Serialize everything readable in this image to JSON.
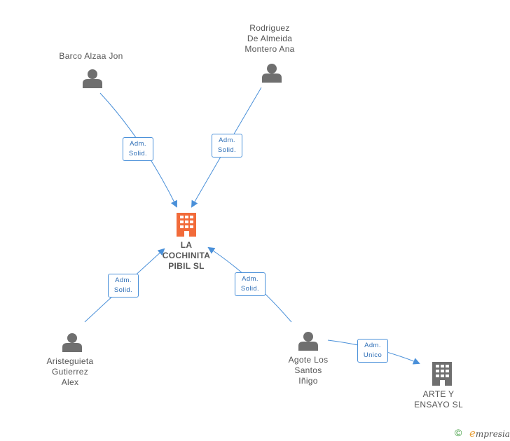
{
  "colors": {
    "edge": "#4a90d9",
    "edge_text": "#2b6cb5",
    "person_icon": "#6f6f6f",
    "center_company": "#f26b3a",
    "other_company": "#6f6f6f"
  },
  "center": {
    "label_lines": [
      "LA",
      "COCHINITA",
      "PIBIL SL"
    ],
    "icon": "building-icon"
  },
  "people": [
    {
      "id": "barco",
      "label_lines": [
        "Barco Alzaa Jon"
      ],
      "icon": "person-icon"
    },
    {
      "id": "rodriguez",
      "label_lines": [
        "Rodriguez",
        "De Almeida",
        "Montero Ana"
      ],
      "icon": "person-icon"
    },
    {
      "id": "aristeguieta",
      "label_lines": [
        "Aristeguieta",
        "Gutierrez",
        "Alex"
      ],
      "icon": "person-icon"
    },
    {
      "id": "agote",
      "label_lines": [
        "Agote Los",
        "Santos",
        "Iñigo"
      ],
      "icon": "person-icon"
    }
  ],
  "companies": [
    {
      "id": "arte",
      "label_lines": [
        "ARTE Y",
        "ENSAYO SL"
      ],
      "icon": "building-icon"
    }
  ],
  "edges": [
    {
      "from": "barco",
      "to": "center",
      "label_lines": [
        "Adm.",
        "Solid."
      ]
    },
    {
      "from": "rodriguez",
      "to": "center",
      "label_lines": [
        "Adm.",
        "Solid."
      ]
    },
    {
      "from": "aristeguieta",
      "to": "center",
      "label_lines": [
        "Adm.",
        "Solid."
      ]
    },
    {
      "from": "agote",
      "to": "center",
      "label_lines": [
        "Adm.",
        "Solid."
      ]
    },
    {
      "from": "agote",
      "to": "arte",
      "label_lines": [
        "Adm.",
        "Unico"
      ]
    }
  ],
  "footer": {
    "copyright_symbol": "©",
    "brand_initial": "e",
    "brand_rest": "mpresia"
  }
}
